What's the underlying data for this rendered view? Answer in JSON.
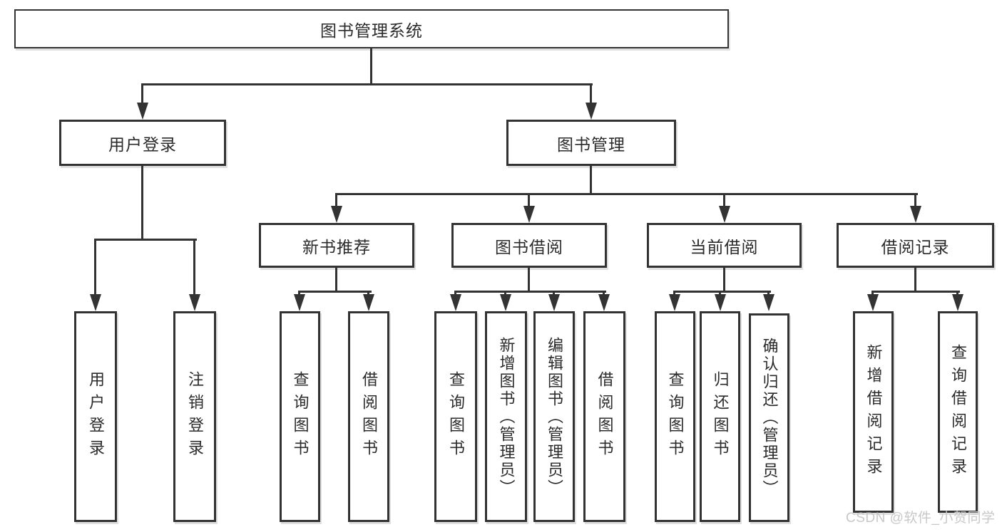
{
  "colors": {
    "line": "#333333",
    "text": "#2b2b2b",
    "background": "#ffffff",
    "watermark": "#c8c8c8"
  },
  "watermark": {
    "text": "CSDN @软件_小贺同学"
  },
  "diagram": {
    "root": {
      "label": "图书管理系统"
    },
    "branches": [
      {
        "label": "用户登录",
        "children": [
          {
            "label": "用户登录"
          },
          {
            "label": "注销登录"
          }
        ]
      },
      {
        "label": "图书管理",
        "sections": [
          {
            "label": "新书推荐",
            "children": [
              {
                "label": "查询图书"
              },
              {
                "label": "借阅图书"
              }
            ]
          },
          {
            "label": "图书借阅",
            "children": [
              {
                "label": "查询图书"
              },
              {
                "label": "新增图书（管理员）"
              },
              {
                "label": "编辑图书（管理员）"
              },
              {
                "label": "借阅图书"
              }
            ]
          },
          {
            "label": "当前借阅",
            "children": [
              {
                "label": "查询图书"
              },
              {
                "label": "归还图书"
              },
              {
                "label": "确认归还（管理员）"
              }
            ]
          },
          {
            "label": "借阅记录",
            "children": [
              {
                "label": "新增借阅记录"
              },
              {
                "label": "查询借阅记录"
              }
            ]
          }
        ]
      }
    ]
  }
}
